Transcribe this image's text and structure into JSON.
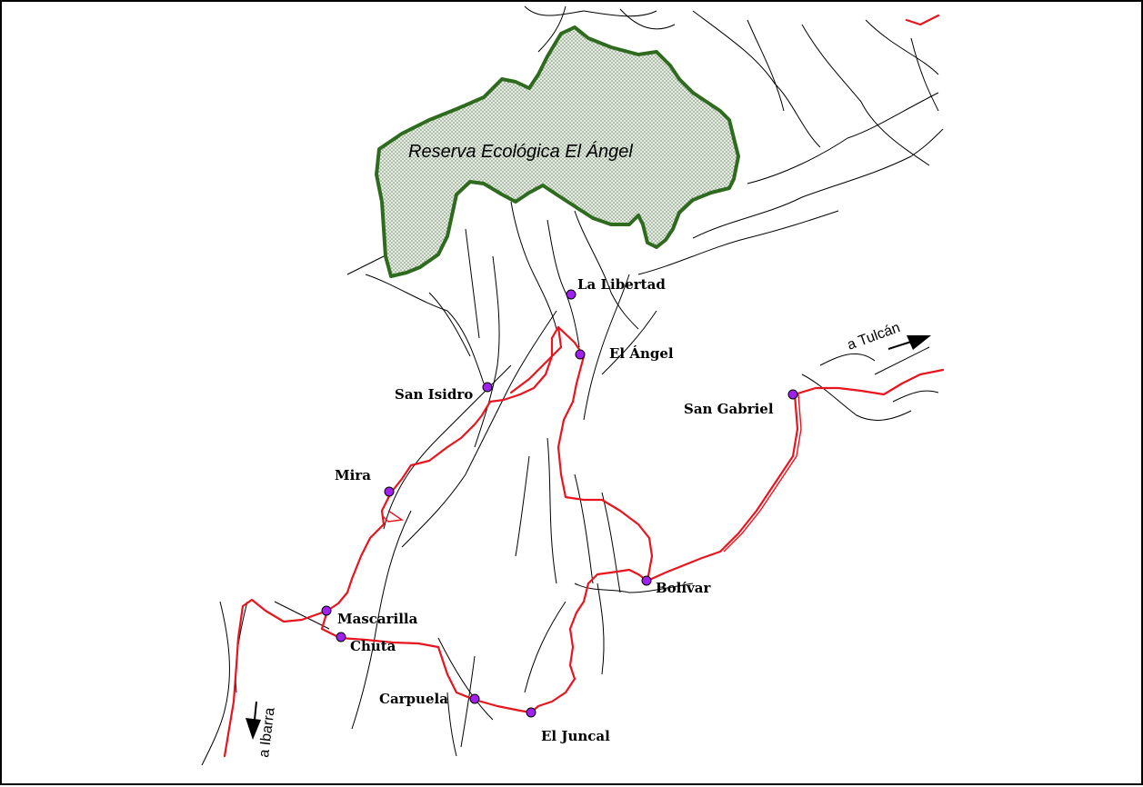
{
  "map": {
    "reserve_name": "Reserva Ecológica El Ángel",
    "towns": [
      {
        "name": "La Libertad"
      },
      {
        "name": "El Ángel"
      },
      {
        "name": "San Isidro"
      },
      {
        "name": "Mira"
      },
      {
        "name": "San Gabriel"
      },
      {
        "name": "Bolívar"
      },
      {
        "name": "Mascarilla"
      },
      {
        "name": "Chuta"
      },
      {
        "name": "Carpuela"
      },
      {
        "name": "El Juncal"
      }
    ],
    "directions": {
      "to_tulcan": "a Tulcán",
      "to_ibarra": "a Ibarra"
    },
    "colors": {
      "road": "#e8141e",
      "reserve_border": "#2e6b1e",
      "reserve_fill": "#d9e3d6",
      "town_marker": "#a020f0",
      "river": "#000000"
    }
  }
}
